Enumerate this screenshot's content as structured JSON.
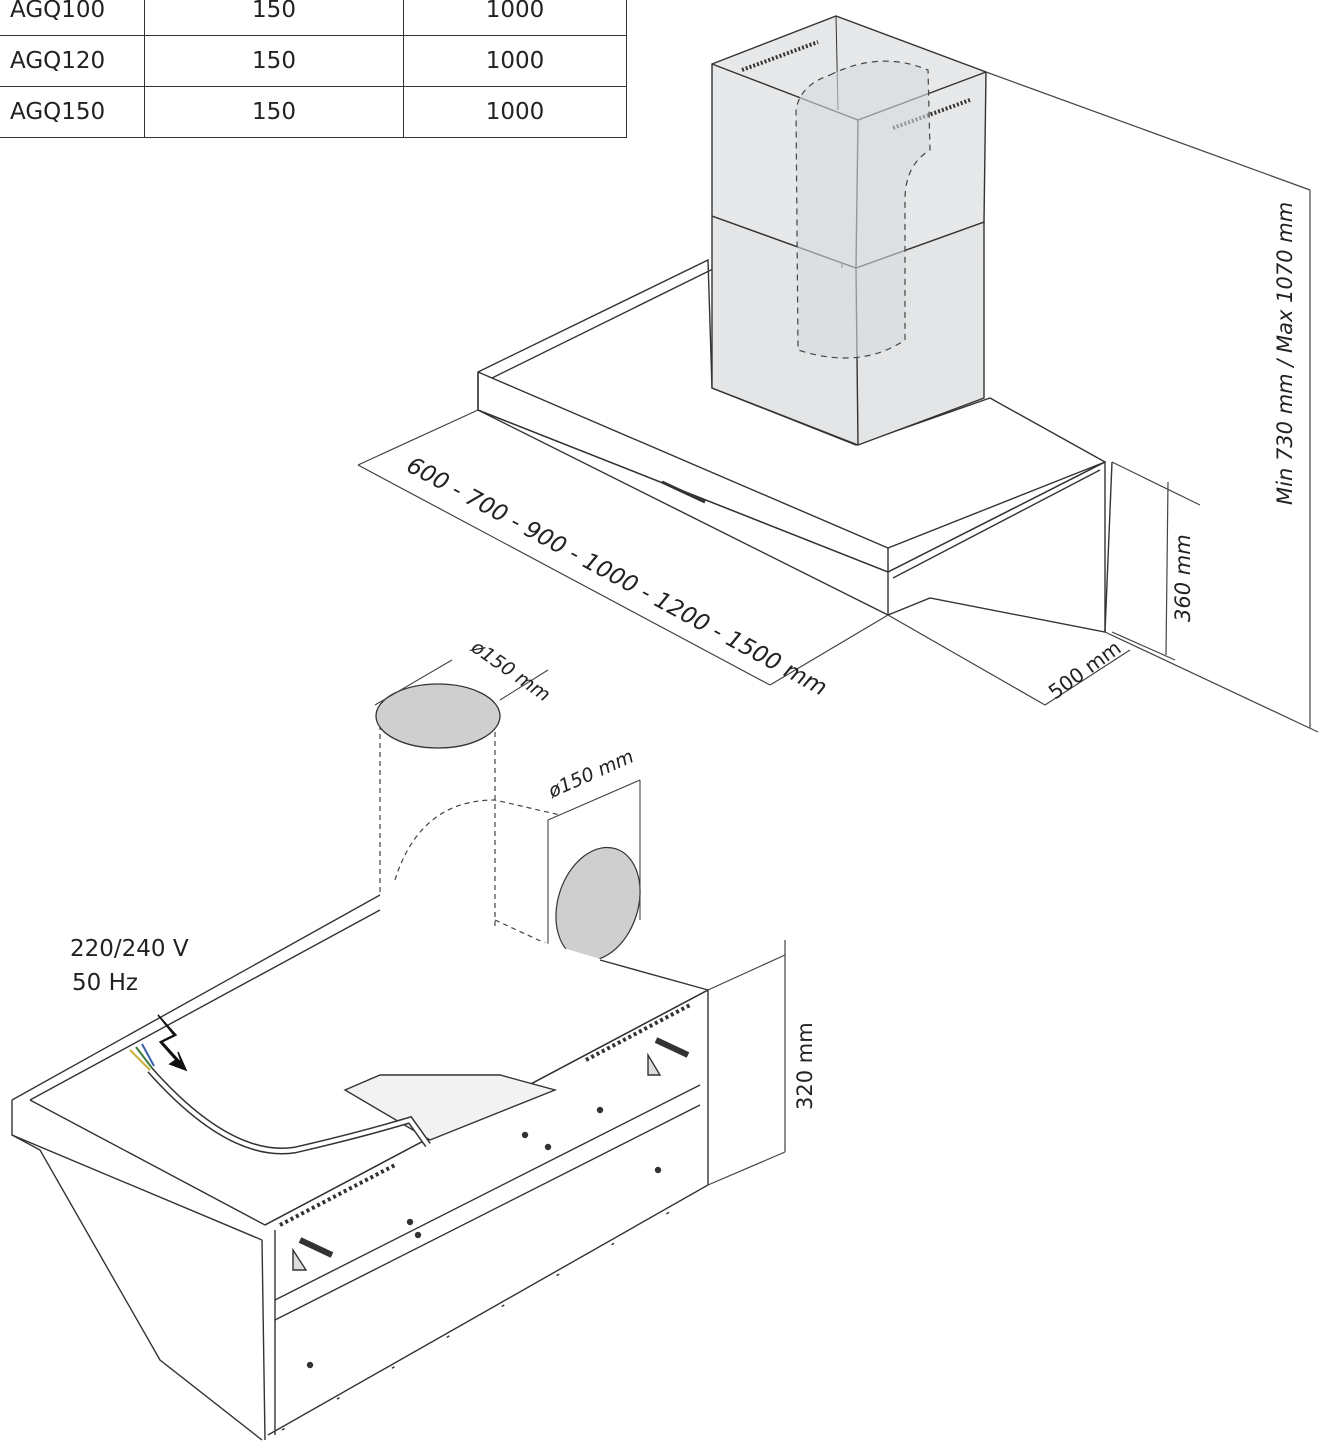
{
  "table": {
    "rows": [
      {
        "model": "AGQ100",
        "diameter": "150",
        "length": "1000"
      },
      {
        "model": "AGQ120",
        "diameter": "150",
        "length": "1000"
      },
      {
        "model": "AGQ150",
        "diameter": "150",
        "length": "1000"
      }
    ]
  },
  "dimensions": {
    "widths": "600 - 700 - 900 - 1000 - 1200 - 1500 mm",
    "height_range": "Min 730 mm / Max 1070 mm",
    "hood_height": "360 mm",
    "depth": "500 mm",
    "outlet_top": "ø150 mm",
    "outlet_side": "ø150 mm",
    "body_height": "320 mm"
  },
  "electrical": {
    "voltage": "220/240 V",
    "frequency": "50 Hz"
  }
}
